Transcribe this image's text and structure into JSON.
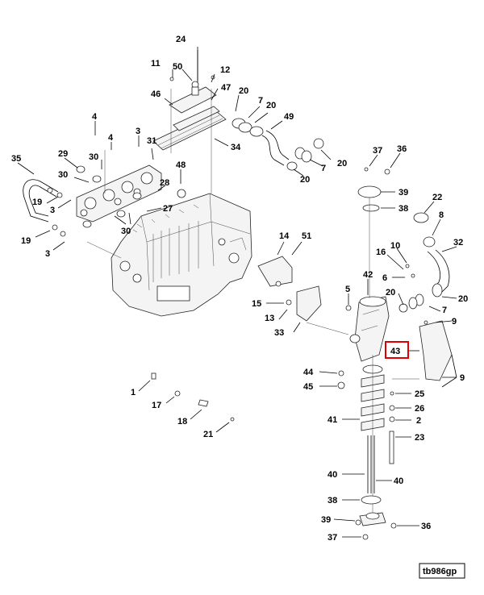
{
  "diagram": {
    "reference_code": "tb986gp",
    "highlight_color": "#e00000",
    "callouts": [
      {
        "id": "c24",
        "label": "24"
      },
      {
        "id": "c11",
        "label": "11"
      },
      {
        "id": "c50",
        "label": "50"
      },
      {
        "id": "c12",
        "label": "12"
      },
      {
        "id": "c46",
        "label": "46"
      },
      {
        "id": "c47",
        "label": "47"
      },
      {
        "id": "c20a",
        "label": "20"
      },
      {
        "id": "c7a",
        "label": "7"
      },
      {
        "id": "c20b",
        "label": "20"
      },
      {
        "id": "c49",
        "label": "49"
      },
      {
        "id": "c34",
        "label": "34"
      },
      {
        "id": "c4a",
        "label": "4"
      },
      {
        "id": "c4b",
        "label": "4"
      },
      {
        "id": "c3a",
        "label": "3"
      },
      {
        "id": "c31",
        "label": "31"
      },
      {
        "id": "c29",
        "label": "29"
      },
      {
        "id": "c30a",
        "label": "30"
      },
      {
        "id": "c30b",
        "label": "30"
      },
      {
        "id": "c35",
        "label": "35"
      },
      {
        "id": "c19a",
        "label": "19"
      },
      {
        "id": "c3b",
        "label": "3"
      },
      {
        "id": "c48",
        "label": "48"
      },
      {
        "id": "c28",
        "label": "28"
      },
      {
        "id": "c27",
        "label": "27"
      },
      {
        "id": "c30c",
        "label": "30"
      },
      {
        "id": "c19b",
        "label": "19"
      },
      {
        "id": "c3c",
        "label": "3"
      },
      {
        "id": "c20c",
        "label": "20"
      },
      {
        "id": "c7b",
        "label": "7"
      },
      {
        "id": "c20d",
        "label": "20"
      },
      {
        "id": "c37a",
        "label": "37"
      },
      {
        "id": "c36a",
        "label": "36"
      },
      {
        "id": "c39a",
        "label": "39"
      },
      {
        "id": "c38a",
        "label": "38"
      },
      {
        "id": "c22",
        "label": "22"
      },
      {
        "id": "c8",
        "label": "8"
      },
      {
        "id": "c14",
        "label": "14"
      },
      {
        "id": "c51",
        "label": "51"
      },
      {
        "id": "c32",
        "label": "32"
      },
      {
        "id": "c10",
        "label": "10"
      },
      {
        "id": "c16",
        "label": "16"
      },
      {
        "id": "c6",
        "label": "6"
      },
      {
        "id": "c42",
        "label": "42"
      },
      {
        "id": "c5",
        "label": "5"
      },
      {
        "id": "c15",
        "label": "15"
      },
      {
        "id": "c20e",
        "label": "20"
      },
      {
        "id": "c20f",
        "label": "20"
      },
      {
        "id": "c7c",
        "label": "7"
      },
      {
        "id": "c13",
        "label": "13"
      },
      {
        "id": "c9a",
        "label": "9"
      },
      {
        "id": "c33",
        "label": "33"
      },
      {
        "id": "c43",
        "label": "43"
      },
      {
        "id": "c9b",
        "label": "9"
      },
      {
        "id": "c44",
        "label": "44"
      },
      {
        "id": "c45",
        "label": "45"
      },
      {
        "id": "c1",
        "label": "1"
      },
      {
        "id": "c25",
        "label": "25"
      },
      {
        "id": "c17",
        "label": "17"
      },
      {
        "id": "c26",
        "label": "26"
      },
      {
        "id": "c18",
        "label": "18"
      },
      {
        "id": "c41",
        "label": "41"
      },
      {
        "id": "c2",
        "label": "2"
      },
      {
        "id": "c21",
        "label": "21"
      },
      {
        "id": "c23",
        "label": "23"
      },
      {
        "id": "c40a",
        "label": "40"
      },
      {
        "id": "c40b",
        "label": "40"
      },
      {
        "id": "c38b",
        "label": "38"
      },
      {
        "id": "c39b",
        "label": "39"
      },
      {
        "id": "c36b",
        "label": "36"
      },
      {
        "id": "c37b",
        "label": "37"
      }
    ]
  }
}
